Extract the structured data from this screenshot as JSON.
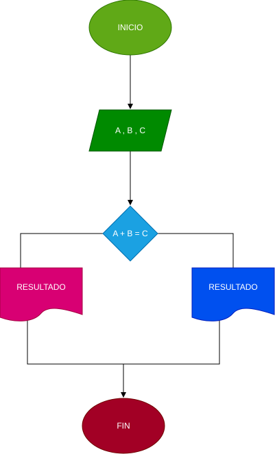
{
  "flowchart": {
    "start": {
      "label": "INICIO",
      "color": "#60a917"
    },
    "input": {
      "label": "A , B , C",
      "color": "#008a00"
    },
    "decision": {
      "label": "A + B = C",
      "color": "#1ba1e2"
    },
    "result_left": {
      "label": "RESULTADO",
      "color": "#d80073"
    },
    "result_right": {
      "label": "RESULTADO",
      "color": "#0050ef"
    },
    "end": {
      "label": "FIN",
      "color": "#a20025"
    }
  }
}
